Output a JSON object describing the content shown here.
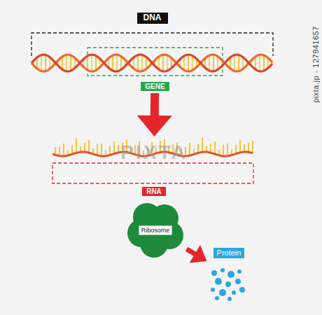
{
  "diagram": {
    "nodes": [
      {
        "text": [
          "DNA"
        ]
      },
      {
        "text": [
          "GENE"
        ],
        "in": 0
      },
      {
        "text": [
          "RNA"
        ]
      },
      {
        "text": [
          "Ribosome"
        ]
      },
      {
        "text": [
          "Protein"
        ]
      }
    ],
    "edges": [
      {
        "from": 1,
        "to": 2,
        "arrow": "to"
      },
      {
        "from": 3,
        "to": 4,
        "arrow": "to"
      }
    ],
    "labels": [
      "PIXTA",
      "pixta.jp - 127941657"
    ]
  }
}
